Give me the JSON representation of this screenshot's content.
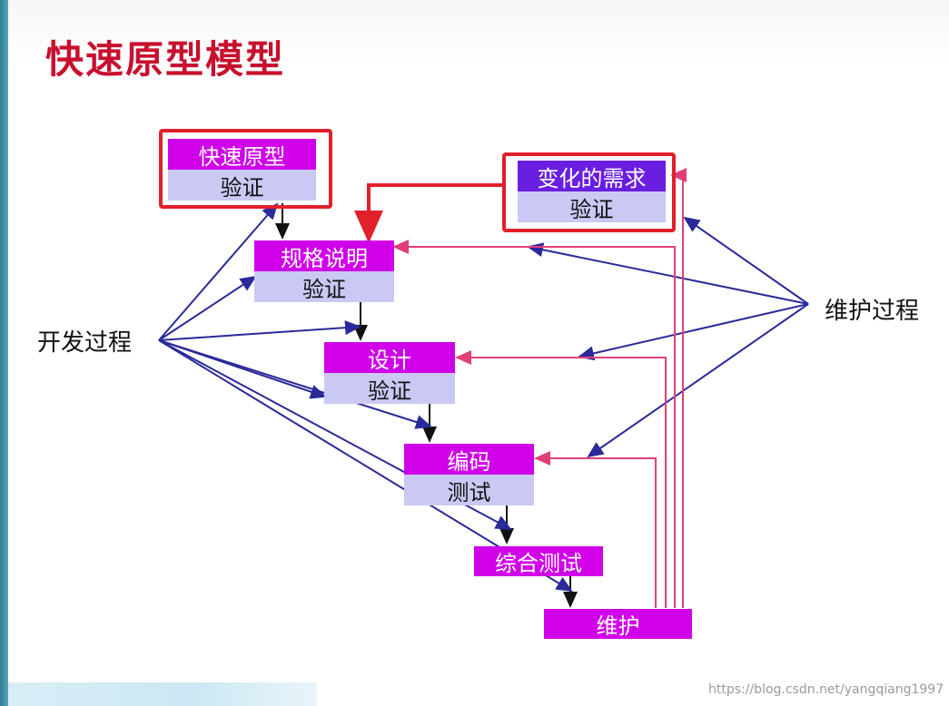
{
  "title": "快速原型模型",
  "dev_label": "开发过程",
  "maint_label": "维护过程",
  "boxes": {
    "prototype": {
      "top": "快速原型",
      "bottom": "验证"
    },
    "changes": {
      "top": "变化的需求",
      "bottom": "验证"
    },
    "spec": {
      "top": "规格说明",
      "bottom": "验证"
    },
    "design": {
      "top": "设计",
      "bottom": "验证"
    },
    "code": {
      "top": "编码",
      "bottom": "测试"
    },
    "integration": {
      "top": "综合测试"
    },
    "maintenance": {
      "top": "维护"
    }
  },
  "watermark": "https://blog.csdn.net/yangqiang1997",
  "colors": {
    "title": "#c8102e",
    "box_top": "#d000e8",
    "box_bottom": "#c9c9f4",
    "changes_top": "#6a1ee0",
    "frame": "#e0202a",
    "dev_arrows": "#2a2a9a",
    "maint_lines": "#e0407a"
  }
}
